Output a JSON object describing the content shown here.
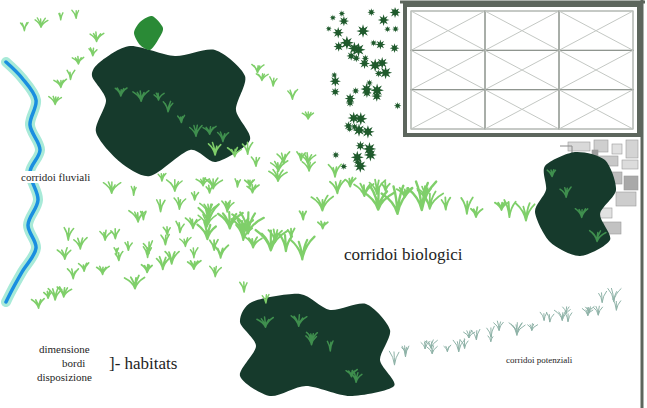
{
  "diagram": {
    "labels": [
      "corridoi fluviali",
      "corridoi biologici",
      "corridoi potenziali",
      "dimensione",
      "bordi",
      "disposizione",
      "]- habitats"
    ]
  }
}
